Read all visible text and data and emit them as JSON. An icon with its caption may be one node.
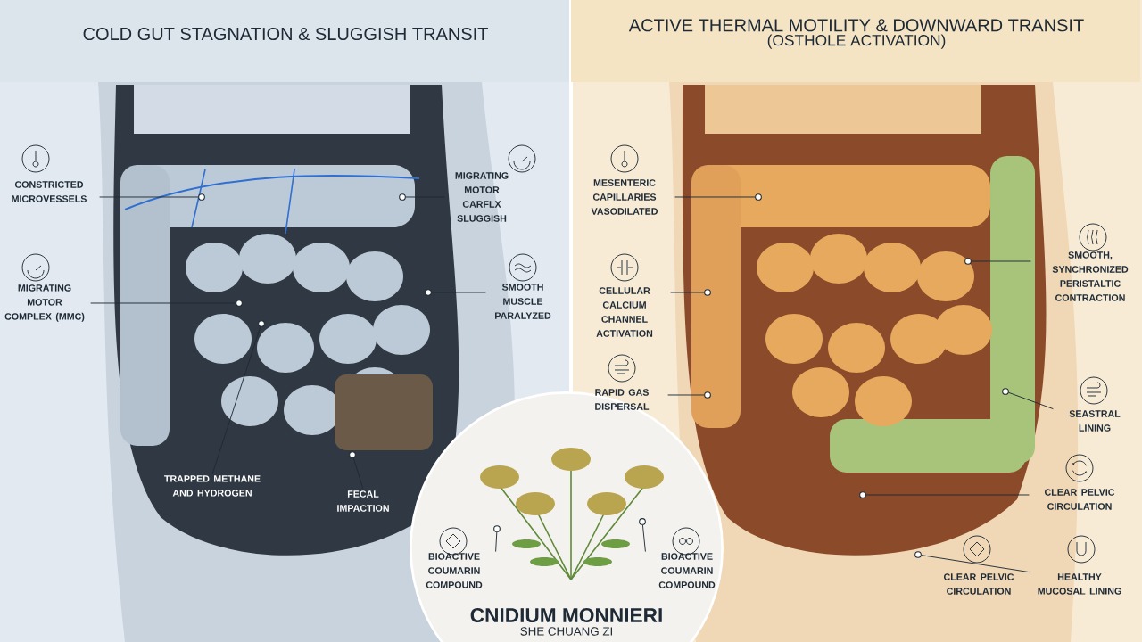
{
  "diagram": {
    "nodes": [
      {
        "text": [
          "COLD GUT STAGNATION & SLUGGISH TRANSIT"
        ]
      },
      {
        "text": [
          "ACTIVE THERMAL MOTILITY & DOWNWARD TRANSIT",
          "(OSTHOLE ACTIVATION)"
        ]
      },
      {
        "text": [
          "CONSTRICTED MICROVESSELS"
        ]
      },
      {
        "text": [],
        "shape": "circle"
      },
      {
        "text": [
          "MIGRATING MOTOR CARFLX SLUGGISH"
        ]
      },
      {
        "text": [],
        "shape": "circle"
      },
      {
        "text": [
          "MIGRATING MOTOR COMPLEX (MMC)"
        ]
      },
      {
        "text": [],
        "shape": "circle"
      },
      {
        "text": [
          "SMOOTH MUSCLE PARALYZED"
        ]
      },
      {
        "text": [],
        "shape": "circle"
      },
      {
        "text": [
          "TRAPPED METHANE AND HYDROGEN"
        ]
      },
      {
        "text": [],
        "shape": "circle"
      },
      {
        "text": [
          "FECAL IMPACTION"
        ]
      },
      {
        "text": [],
        "shape": "circle"
      },
      {
        "text": [
          "MESENTERIC CAPILLARIES VASODILATED"
        ]
      },
      {
        "text": [],
        "shape": "circle"
      },
      {
        "text": [
          "CELLULAR CALCIUM CHANNEL ACTIVATION"
        ]
      },
      {
        "text": [],
        "shape": "circle"
      },
      {
        "text": [
          "RAPID GAS DISPERSAL"
        ]
      },
      {
        "text": [],
        "shape": "circle"
      },
      {
        "text": [
          "SMOOTH, SYNCHRONIZED PERISTALTIC CONTRACTION"
        ]
      },
      {
        "text": [],
        "shape": "circle"
      },
      {
        "text": [
          "SEASTRAL LINING"
        ]
      },
      {
        "text": [],
        "shape": "circle"
      },
      {
        "text": [
          "CLEAR PELVIC CIRCULATION"
        ]
      },
      {
        "text": [],
        "shape": "circle"
      },
      {
        "text": [
          "CLEAR PELVIC CIRCULATION"
        ]
      },
      {
        "text": [],
        "shape": "circle"
      },
      {
        "text": [
          "CNIDIUM MONNIERI",
          "SHE CHUANG ZI"
        ]
      },
      {
        "text": [
          "BIOACTIVE COUMARIN COMPOUND"
        ],
        "in": 28
      },
      {
        "text": [],
        "shape": "circle",
        "in": 28
      },
      {
        "text": [
          "BIOACTIVE COUMARIN COMPOUND"
        ],
        "in": 28
      },
      {
        "text": [],
        "shape": "circle",
        "in": 28
      }
    ],
    "edges": [
      {
        "from": 2,
        "to": 3,
        "arrow": "none"
      },
      {
        "from": 4,
        "to": 5,
        "arrow": "none"
      },
      {
        "from": 6,
        "to": 7,
        "arrow": "none"
      },
      {
        "from": 8,
        "to": 9,
        "arrow": "none"
      },
      {
        "from": 10,
        "to": 11,
        "arrow": "none"
      },
      {
        "from": 12,
        "to": 13,
        "arrow": "none"
      },
      {
        "from": 14,
        "to": 15,
        "arrow": "none"
      },
      {
        "from": 16,
        "to": 17,
        "arrow": "none"
      },
      {
        "from": 18,
        "to": 19,
        "arrow": "none"
      },
      {
        "from": 20,
        "to": 21,
        "arrow": "none"
      },
      {
        "from": 22,
        "to": 23,
        "arrow": "none"
      },
      {
        "from": 24,
        "to": 25,
        "arrow": "none"
      },
      {
        "from": 26,
        "to": 27,
        "arrow": "none"
      },
      {
        "from": 29,
        "to": 30,
        "arrow": "none"
      },
      {
        "from": 31,
        "to": 32,
        "arrow": "none"
      }
    ],
    "labels": [
      "HEALTHY MUCOSAL LINING"
    ]
  }
}
